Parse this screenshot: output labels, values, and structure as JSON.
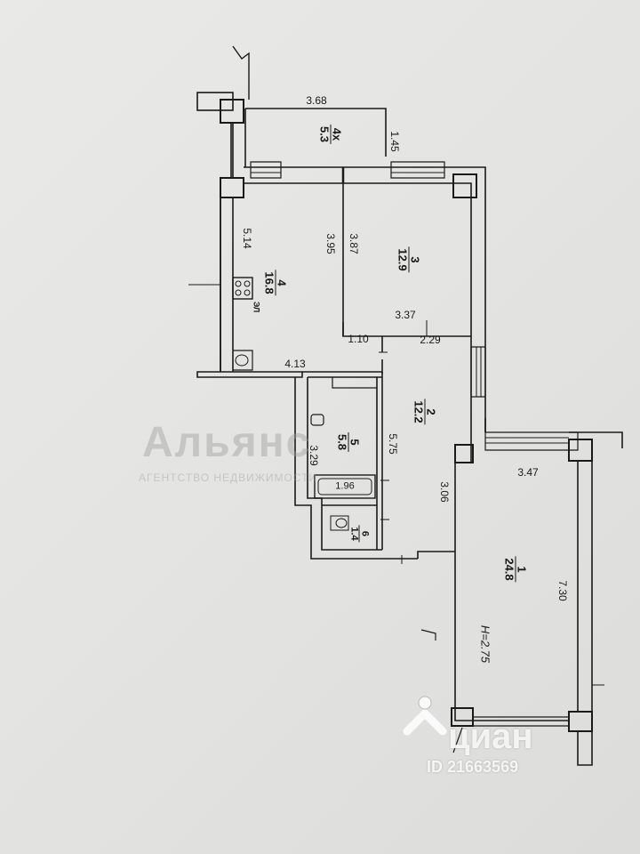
{
  "plan": {
    "rooms": [
      {
        "number": "4х",
        "area": "5.3"
      },
      {
        "number": "3",
        "area": "12.9"
      },
      {
        "number": "4",
        "area": "16.8"
      },
      {
        "number": "2",
        "area": "12.2"
      },
      {
        "number": "5",
        "area": "5.8"
      },
      {
        "number": "6",
        "area": "1.4"
      },
      {
        "number": "1",
        "area": "24.8"
      }
    ],
    "dimensions": [
      "3.68",
      "1.45",
      "5.14",
      "3.95",
      "3.87",
      "3.37",
      "1.10",
      "2.29",
      "4.13",
      "5.75",
      "3.29",
      "1.96",
      "3.06",
      "3.47",
      "7.30"
    ],
    "stove_label": "ЭЛ",
    "ceiling_height": "H=2.75"
  },
  "watermark": {
    "brand": "Альянс",
    "agency": "АГЕНТСТВО НЕДВИЖИМОСТИ",
    "site": "циан",
    "listing_id": "ID 21663569"
  },
  "colors": {
    "ink": "#1a1a1a",
    "paper": "#e6e6e4"
  }
}
